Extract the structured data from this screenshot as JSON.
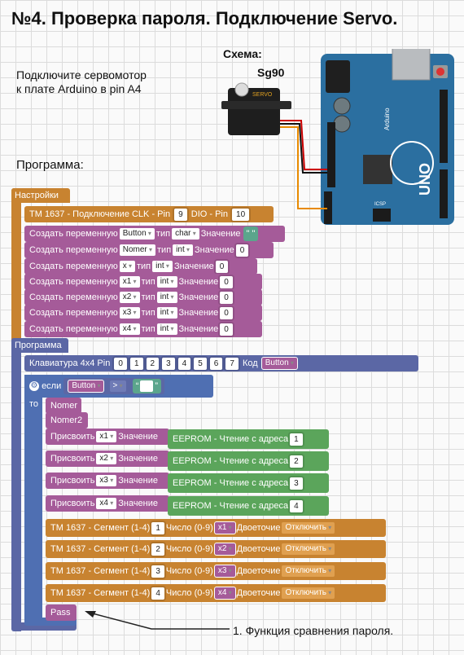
{
  "title": "№4. Проверка пароля. Подключение Servo.",
  "intro_line1": "Подключите сервомотор",
  "intro_line2": "к плате Arduino в pin A4",
  "scheme_label": "Схема:",
  "servo_model": "Sg90",
  "servo_brand": "SERVO",
  "board_labels": {
    "uno": "UNO",
    "arduino": "Arduino",
    "icsp": "ICSP"
  },
  "program_label": "Программа:",
  "colors": {
    "settings": "#c88330",
    "variable": "#a55b99",
    "program": "#5b67a5",
    "eeprom": "#5ba55b",
    "tm1637": "#c88330"
  },
  "setup": {
    "header": "Настройки",
    "tm1637": {
      "label": "TM 1637 - Подключение CLK - Pin",
      "clk": "9",
      "dio_label": "DIO - Pin",
      "dio": "10"
    },
    "vars": [
      {
        "create": "Создать переменную",
        "name": "Button",
        "type_label": "тип",
        "type": "char",
        "value_label": "Значение",
        "value": "\" \""
      },
      {
        "create": "Создать переменную",
        "name": "Nomer",
        "type_label": "тип",
        "type": "int",
        "value_label": "Значение",
        "value": "0"
      },
      {
        "create": "Создать переменную",
        "name": "x",
        "type_label": "тип",
        "type": "int",
        "value_label": "Значение",
        "value": "0"
      },
      {
        "create": "Создать переменную",
        "name": "x1",
        "type_label": "тип",
        "type": "int",
        "value_label": "Значение",
        "value": "0"
      },
      {
        "create": "Создать переменную",
        "name": "x2",
        "type_label": "тип",
        "type": "int",
        "value_label": "Значение",
        "value": "0"
      },
      {
        "create": "Создать переменную",
        "name": "x3",
        "type_label": "тип",
        "type": "int",
        "value_label": "Значение",
        "value": "0"
      },
      {
        "create": "Создать переменную",
        "name": "x4",
        "type_label": "тип",
        "type": "int",
        "value_label": "Значение",
        "value": "0"
      }
    ]
  },
  "program": {
    "header": "Программа",
    "keypad": {
      "label": "Клавиатура  4x4 Pin",
      "pins": [
        "0",
        "1",
        "2",
        "3",
        "4",
        "5",
        "6",
        "7"
      ],
      "code_label": "Код",
      "code_var": "Button"
    },
    "if": {
      "label": "если",
      "var": "Button",
      "op": ">",
      "then_label": "то"
    },
    "calls": [
      "Nomer",
      "Nomer2"
    ],
    "assigns": [
      {
        "label": "Присвоить",
        "var": "x1",
        "value_label": "Значение",
        "eeprom": "EEPROM - Чтение с адреса",
        "addr": "1"
      },
      {
        "label": "Присвоить",
        "var": "x2",
        "value_label": "Значение",
        "eeprom": "EEPROM - Чтение с адреса",
        "addr": "2"
      },
      {
        "label": "Присвоить",
        "var": "x3",
        "value_label": "Значение",
        "eeprom": "EEPROM - Чтение с адреса",
        "addr": "3"
      },
      {
        "label": "Присвоить",
        "var": "x4",
        "value_label": "Значение",
        "eeprom": "EEPROM - Чтение с адреса",
        "addr": "4"
      }
    ],
    "segments": [
      {
        "label": "TM 1637 - Сегмент (1-4)",
        "seg": "1",
        "num_label": "Число (0-9)",
        "var": "x1",
        "colon_label": "Двоеточие",
        "colon": "Отключить"
      },
      {
        "label": "TM 1637 - Сегмент (1-4)",
        "seg": "2",
        "num_label": "Число (0-9)",
        "var": "x2",
        "colon_label": "Двоеточие",
        "colon": "Отключить"
      },
      {
        "label": "TM 1637 - Сегмент (1-4)",
        "seg": "3",
        "num_label": "Число (0-9)",
        "var": "x3",
        "colon_label": "Двоеточие",
        "colon": "Отключить"
      },
      {
        "label": "TM 1637 - Сегмент (1-4)",
        "seg": "4",
        "num_label": "Число (0-9)",
        "var": "x4",
        "colon_label": "Двоеточие",
        "colon": "Отключить"
      }
    ],
    "pass": "Pass"
  },
  "annotation": "1. Функция сравнения пароля."
}
